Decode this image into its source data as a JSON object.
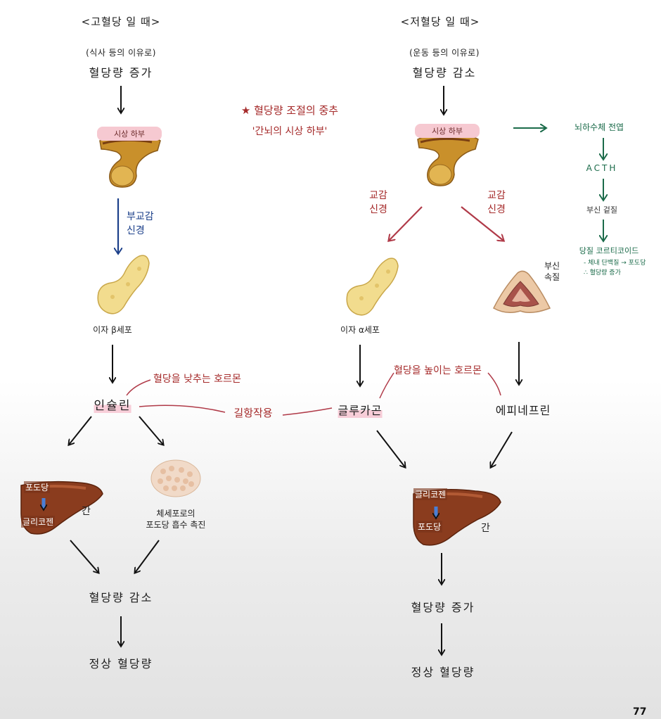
{
  "left": {
    "title": "<고혈당 일 때>",
    "cause": "(식사 등의 이유로)",
    "state": "혈당량 증가",
    "hypothalamus": "시상 하부",
    "nerve": "부교감\n신경",
    "pancreas": "이자 β세포",
    "hormone": "인슐린",
    "liver_top": "포도당",
    "liver_bottom": "글리코젠",
    "liver_label": "간",
    "cells_label": "체세포로의\n포도당 흡수 촉진",
    "result": "혈당량 감소",
    "final": "정상 혈당량"
  },
  "right": {
    "title": "<저혈당 일 때>",
    "cause": "(운동 등의 이유로)",
    "state": "혈당량 감소",
    "hypothalamus": "시상 하부",
    "nerve_left": "교감\n신경",
    "nerve_right": "교감\n신경",
    "pancreas": "이자 α세포",
    "adrenal": "부신\n속질",
    "hormone1": "글루카곤",
    "hormone2": "에피네프린",
    "liver_top": "글리코젠",
    "liver_bottom": "포도당",
    "liver_label": "간",
    "result": "혈당량 증가",
    "final": "정상 혈당량"
  },
  "center_note": {
    "line1": "★ 혈당량 조절의 중추",
    "line2": "'간뇌의 시상 하부'"
  },
  "pituitary_branch": {
    "step1": "뇌하수체 전엽",
    "step2": "ACTH",
    "step3": "부신 겉질",
    "step4": "당질 코르티코이드",
    "note1": "- 체내 단백질 → 포도당",
    "note2": "∴ 혈당량 증가"
  },
  "annotations": {
    "lower_hormone": "혈당을 낮추는 호르몬",
    "raise_hormone": "혈당을 높이는 호르몬",
    "antagonism": "길항작용"
  },
  "corner_mark": "77",
  "colors": {
    "red": "#a52a2a",
    "blue": "#1b3f8a",
    "green": "#1b6b4a",
    "pink": "#f6c9d1"
  }
}
